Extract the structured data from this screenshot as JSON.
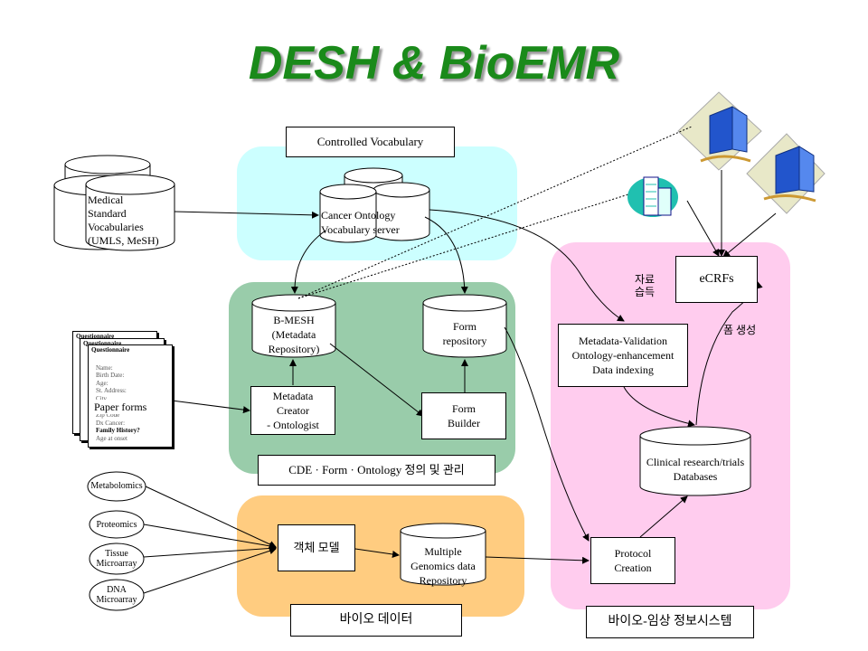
{
  "title": "DESH & BioEMR",
  "controlled_vocabulary": "Controlled Vocabulary",
  "medical_vocab": [
    "Medical",
    "Standard",
    "Vocabularies",
    "(UMLS, MeSH)"
  ],
  "cancer_ontology": [
    "Cancer Ontology",
    "Vocabulary server"
  ],
  "bmesh": [
    "B-MESH",
    "(Metadata",
    "Repository)"
  ],
  "form_repository": [
    "Form",
    "repository"
  ],
  "metadata_creator": [
    "Metadata",
    "Creator",
    "- Ontologist"
  ],
  "form_builder": [
    "Form",
    "Builder"
  ],
  "paper_forms": "Paper forms",
  "questionnaire": "Questionnaire",
  "paper_form_fields": [
    "Name:",
    "Birth Date:",
    "Age:",
    "St. Address:",
    "City",
    "Zip Code",
    "Dx Cancer:",
    "Family History?",
    "Age at onset"
  ],
  "cde_label": "CDE · Form · Ontology 정의 및 관리",
  "ecrfs": "eCRFs",
  "collect_label": [
    "자료",
    "습득"
  ],
  "form_gen_label": "폼 생성",
  "metadata_validation": [
    "Metadata-Validation",
    "Ontology-enhancement",
    "Data indexing"
  ],
  "clinical_db": [
    "Clinical research/trials",
    "Databases"
  ],
  "omics": {
    "metabolomics": "Metabolomics",
    "proteomics": "Proteomics",
    "tissue": [
      "Tissue",
      "Microarray"
    ],
    "dna": [
      "DNA",
      "Microarray"
    ]
  },
  "object_model": "객체 모델",
  "genomics_repo": [
    "Multiple",
    "Genomics data",
    "Repository"
  ],
  "protocol_creation": [
    "Protocol",
    "Creation"
  ],
  "bio_data_label": "바이오 데이터",
  "clinical_system_label": "바이오-임상 정보시스템",
  "colors": {
    "title": "#1a8a1a",
    "cyan_panel": "#ccffff",
    "green_panel": "#99ccaa",
    "orange_panel": "#ffcc80",
    "pink_panel": "#ffccee",
    "building_blue": "#2255cc",
    "hospital_teal": "#20c0b0"
  }
}
